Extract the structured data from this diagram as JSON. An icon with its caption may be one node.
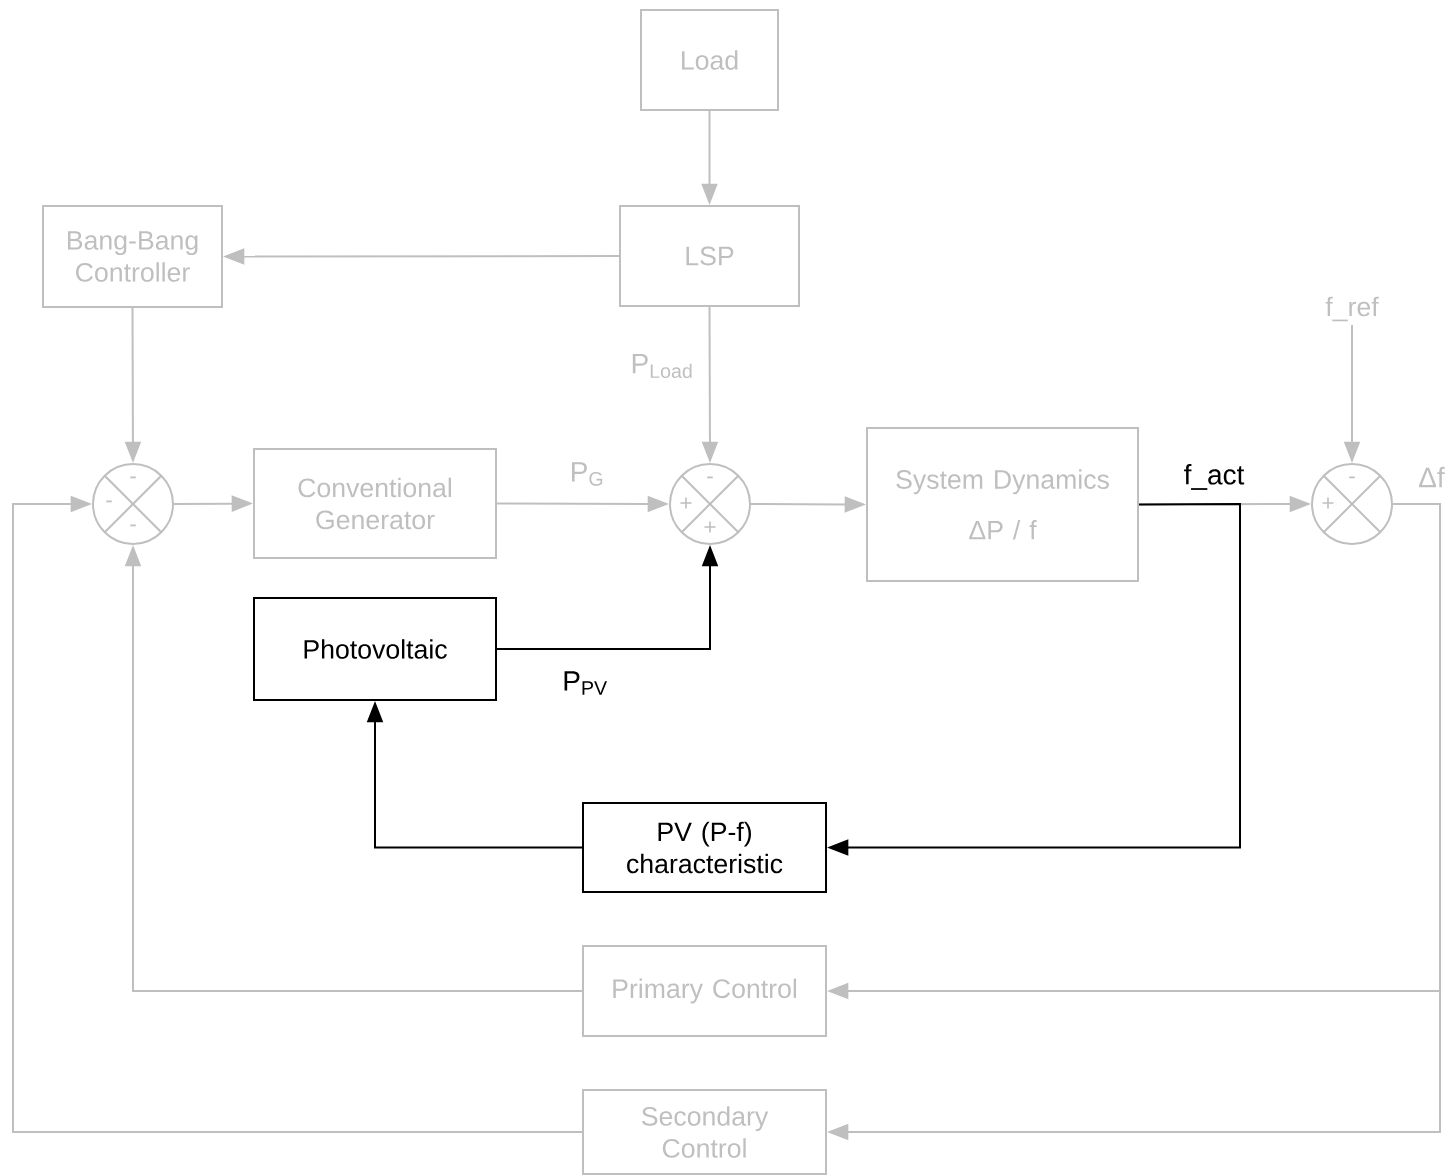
{
  "diagram": {
    "nodes": [
      {
        "text": [
          "Load"
        ]
      },
      {
        "text": [
          "LSP"
        ]
      },
      {
        "text": [
          "Bang-Bang Controller"
        ]
      },
      {
        "text": [
          "-",
          "-",
          "-"
        ]
      },
      {
        "text": [
          "Conventional Generator"
        ]
      },
      {
        "text": [
          "-",
          "+",
          "+"
        ]
      },
      {
        "text": [
          "System Dynamics",
          "ΔP / f"
        ]
      },
      {
        "text": [
          "f_ref"
        ]
      },
      {
        "text": [
          "-",
          "+"
        ]
      },
      {
        "text": [
          "Photovoltaic"
        ]
      },
      {
        "text": [
          "PV (P-f) characteristic"
        ]
      },
      {
        "text": [
          "Primary Control"
        ]
      },
      {
        "text": [
          "Secondary Control"
        ]
      }
    ],
    "edges": [
      {
        "from": 0,
        "to": 1,
        "arrow": "to"
      },
      {
        "from": 1,
        "to": 2,
        "arrow": "to"
      },
      {
        "from": 2,
        "to": 3,
        "arrow": "to"
      },
      {
        "from": 3,
        "to": 4,
        "arrow": "to"
      },
      {
        "from": 4,
        "to": 5,
        "arrow": "to",
        "label": "P$_{G}$"
      },
      {
        "from": 1,
        "to": 5,
        "arrow": "to",
        "label": "P$_{Load}$"
      },
      {
        "from": 9,
        "to": 5,
        "arrow": "to",
        "label": "P$_{PV}$",
        "color": "#000000"
      },
      {
        "from": 5,
        "to": 6,
        "arrow": "to"
      },
      {
        "from": 6,
        "to": 8,
        "arrow": "to",
        "label": "f_act"
      },
      {
        "from": 6,
        "to": 10,
        "arrow": "to",
        "color": "#000000"
      },
      {
        "from": 10,
        "to": 9,
        "arrow": "to",
        "color": "#000000"
      },
      {
        "from": 7,
        "to": 8,
        "arrow": "to"
      },
      {
        "from": 8,
        "to": 11,
        "arrow": "to",
        "label": "Δf"
      },
      {
        "from": 8,
        "to": 12,
        "arrow": "to"
      },
      {
        "from": 11,
        "to": 3,
        "arrow": "to"
      },
      {
        "from": 12,
        "to": 3,
        "arrow": "to"
      }
    ]
  }
}
